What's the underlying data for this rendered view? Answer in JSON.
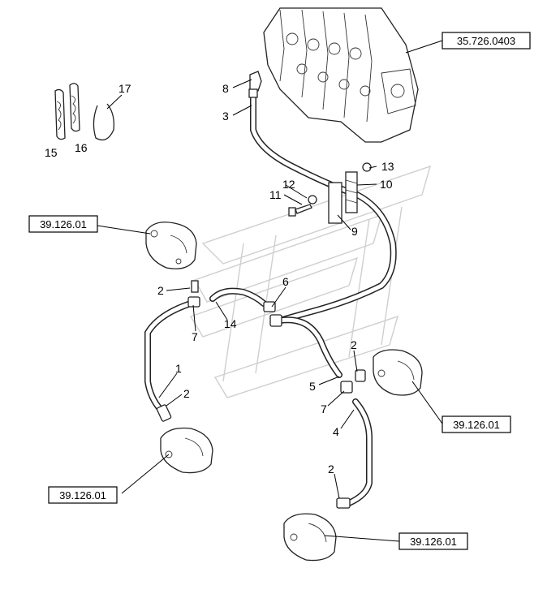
{
  "diagram": {
    "part_labels": {
      "p1": "1",
      "p2a": "2",
      "p2b": "2",
      "p2c": "2",
      "p2d": "2",
      "p3": "3",
      "p4": "4",
      "p5": "5",
      "p6": "6",
      "p7a": "7",
      "p7b": "7",
      "p8": "8",
      "p9": "9",
      "p10": "10",
      "p11": "11",
      "p12": "12",
      "p13": "13",
      "p14": "14",
      "p15": "15",
      "p16": "16",
      "p17": "17"
    },
    "references": {
      "valve": "35.726.0403",
      "upper_left_motor": "39.126.01",
      "right_motor": "39.126.01",
      "lower_left_motor": "39.126.01",
      "bottom_motor": "39.126.01"
    }
  }
}
